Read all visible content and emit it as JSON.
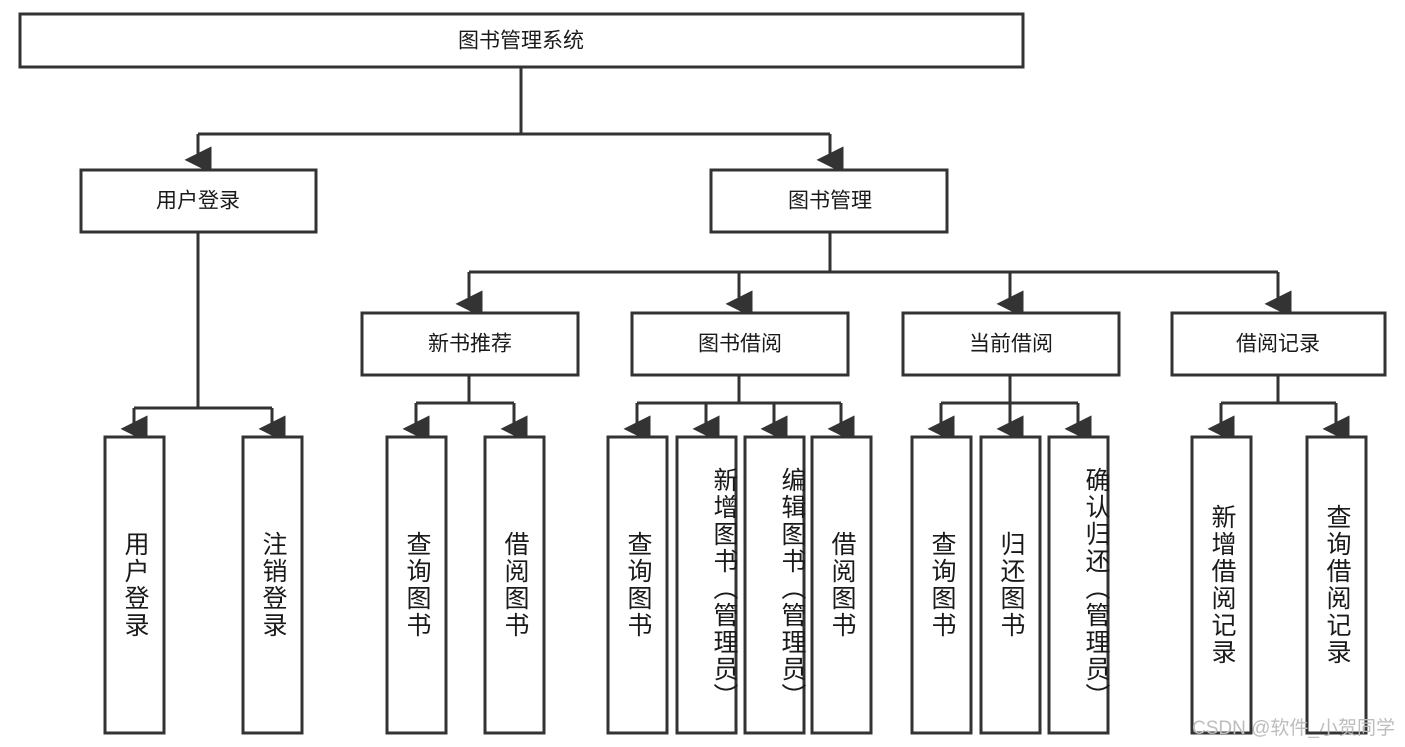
{
  "diagram": {
    "title": "图书管理系统",
    "type": "tree-hierarchy-diagram",
    "colors": {
      "stroke": "#333333",
      "fill": "#ffffff",
      "text": "#1a1a1a",
      "watermark": "#bdbdbd"
    },
    "root": {
      "label": "图书管理系统"
    },
    "level2": [
      {
        "label": "用户登录"
      },
      {
        "label": "图书管理"
      }
    ],
    "level3": [
      {
        "label": "新书推荐"
      },
      {
        "label": "图书借阅"
      },
      {
        "label": "当前借阅"
      },
      {
        "label": "借阅记录"
      }
    ],
    "leaves": {
      "user_login": [
        {
          "label": "用户登录"
        },
        {
          "label": "注销登录"
        }
      ],
      "new_book_recommend": [
        {
          "label": "查询图书"
        },
        {
          "label": "借阅图书"
        }
      ],
      "book_borrow": [
        {
          "label": "查询图书"
        },
        {
          "label": "新增图书（管理员）"
        },
        {
          "label": "编辑图书（管理员）"
        },
        {
          "label": "借阅图书"
        }
      ],
      "current_borrow": [
        {
          "label": "查询图书"
        },
        {
          "label": "归还图书"
        },
        {
          "label": "确认归还（管理员）"
        }
      ],
      "borrow_records": [
        {
          "label": "新增借阅记录"
        },
        {
          "label": "查询借阅记录"
        }
      ]
    }
  },
  "watermark": {
    "text": "CSDN @软件_小贺同学"
  }
}
